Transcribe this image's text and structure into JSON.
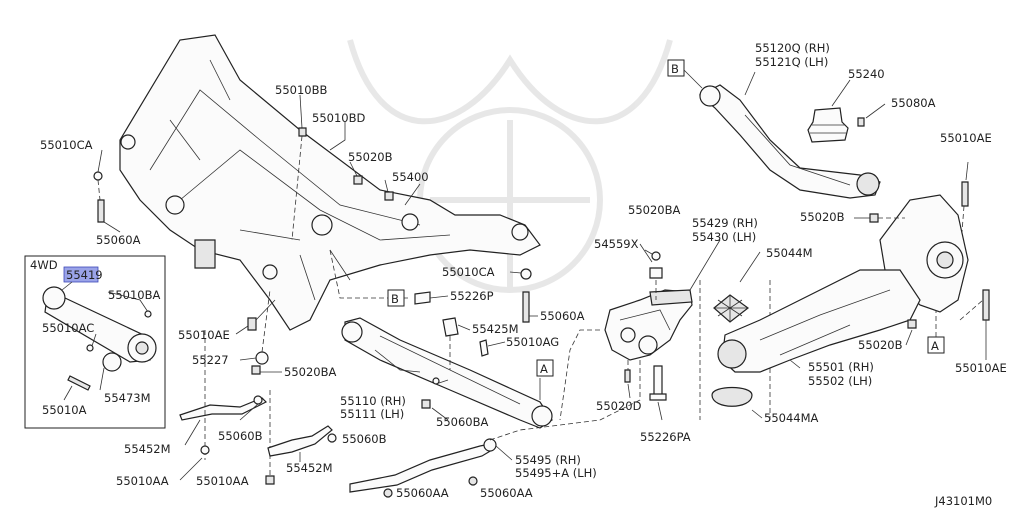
{
  "diagram": {
    "drawing_code": "J43101M0",
    "box_4wd": {
      "title": "4WD",
      "highlight": "55419"
    },
    "ref_markers": {
      "a": "A",
      "b": "B"
    },
    "labels": {
      "p55010CA_left": "55010CA",
      "p55060A_left": "55060A",
      "p55010BB": "55010BB",
      "p55010BD": "55010BD",
      "p55020B_top": "55020B",
      "p55400": "55400",
      "p55010BA": "55010BA",
      "p55010AC": "55010AC",
      "p55473M": "55473M",
      "p55010A": "55010A",
      "p55010AE_mid": "55010AE",
      "p55227": "55227",
      "p55020BA_low": "55020BA",
      "p55452M_left": "55452M",
      "p55060B_left": "55060B",
      "p55010AA_a": "55010AA",
      "p55010AA_b": "55010AA",
      "p55452M_mid": "55452M",
      "p55060B_mid": "55060B",
      "p55010CA_mid": "55010CA",
      "p55226P": "55226P",
      "p55060A_mid": "55060A",
      "p55425M": "55425M",
      "p55010AG": "55010AG",
      "p55110": "55110 (RH)",
      "p55111": "55111 (LH)",
      "p55060BA": "55060BA",
      "p55495": "55495 (RH)",
      "p55495A": "55495+A (LH)",
      "p55060AA_a": "55060AA",
      "p55060AA_b": "55060AA",
      "p55020BA_mid": "55020BA",
      "p54559X": "54559X",
      "p55429": "55429 (RH)",
      "p55430": "55430 (LH)",
      "p55020D": "55020D",
      "p55226PA": "55226PA",
      "p55044M": "55044M",
      "p55044MA": "55044MA",
      "p55120Q": "55120Q (RH)",
      "p55121Q": "55121Q (LH)",
      "p55240": "55240",
      "p55080A": "55080A",
      "p55010AE_right": "55010AE",
      "p55020B_right": "55020B",
      "p55020B_low": "55020B",
      "p55501": "55501 (RH)",
      "p55502": "55502 (LH)",
      "p55010AE_low": "55010AE"
    }
  }
}
